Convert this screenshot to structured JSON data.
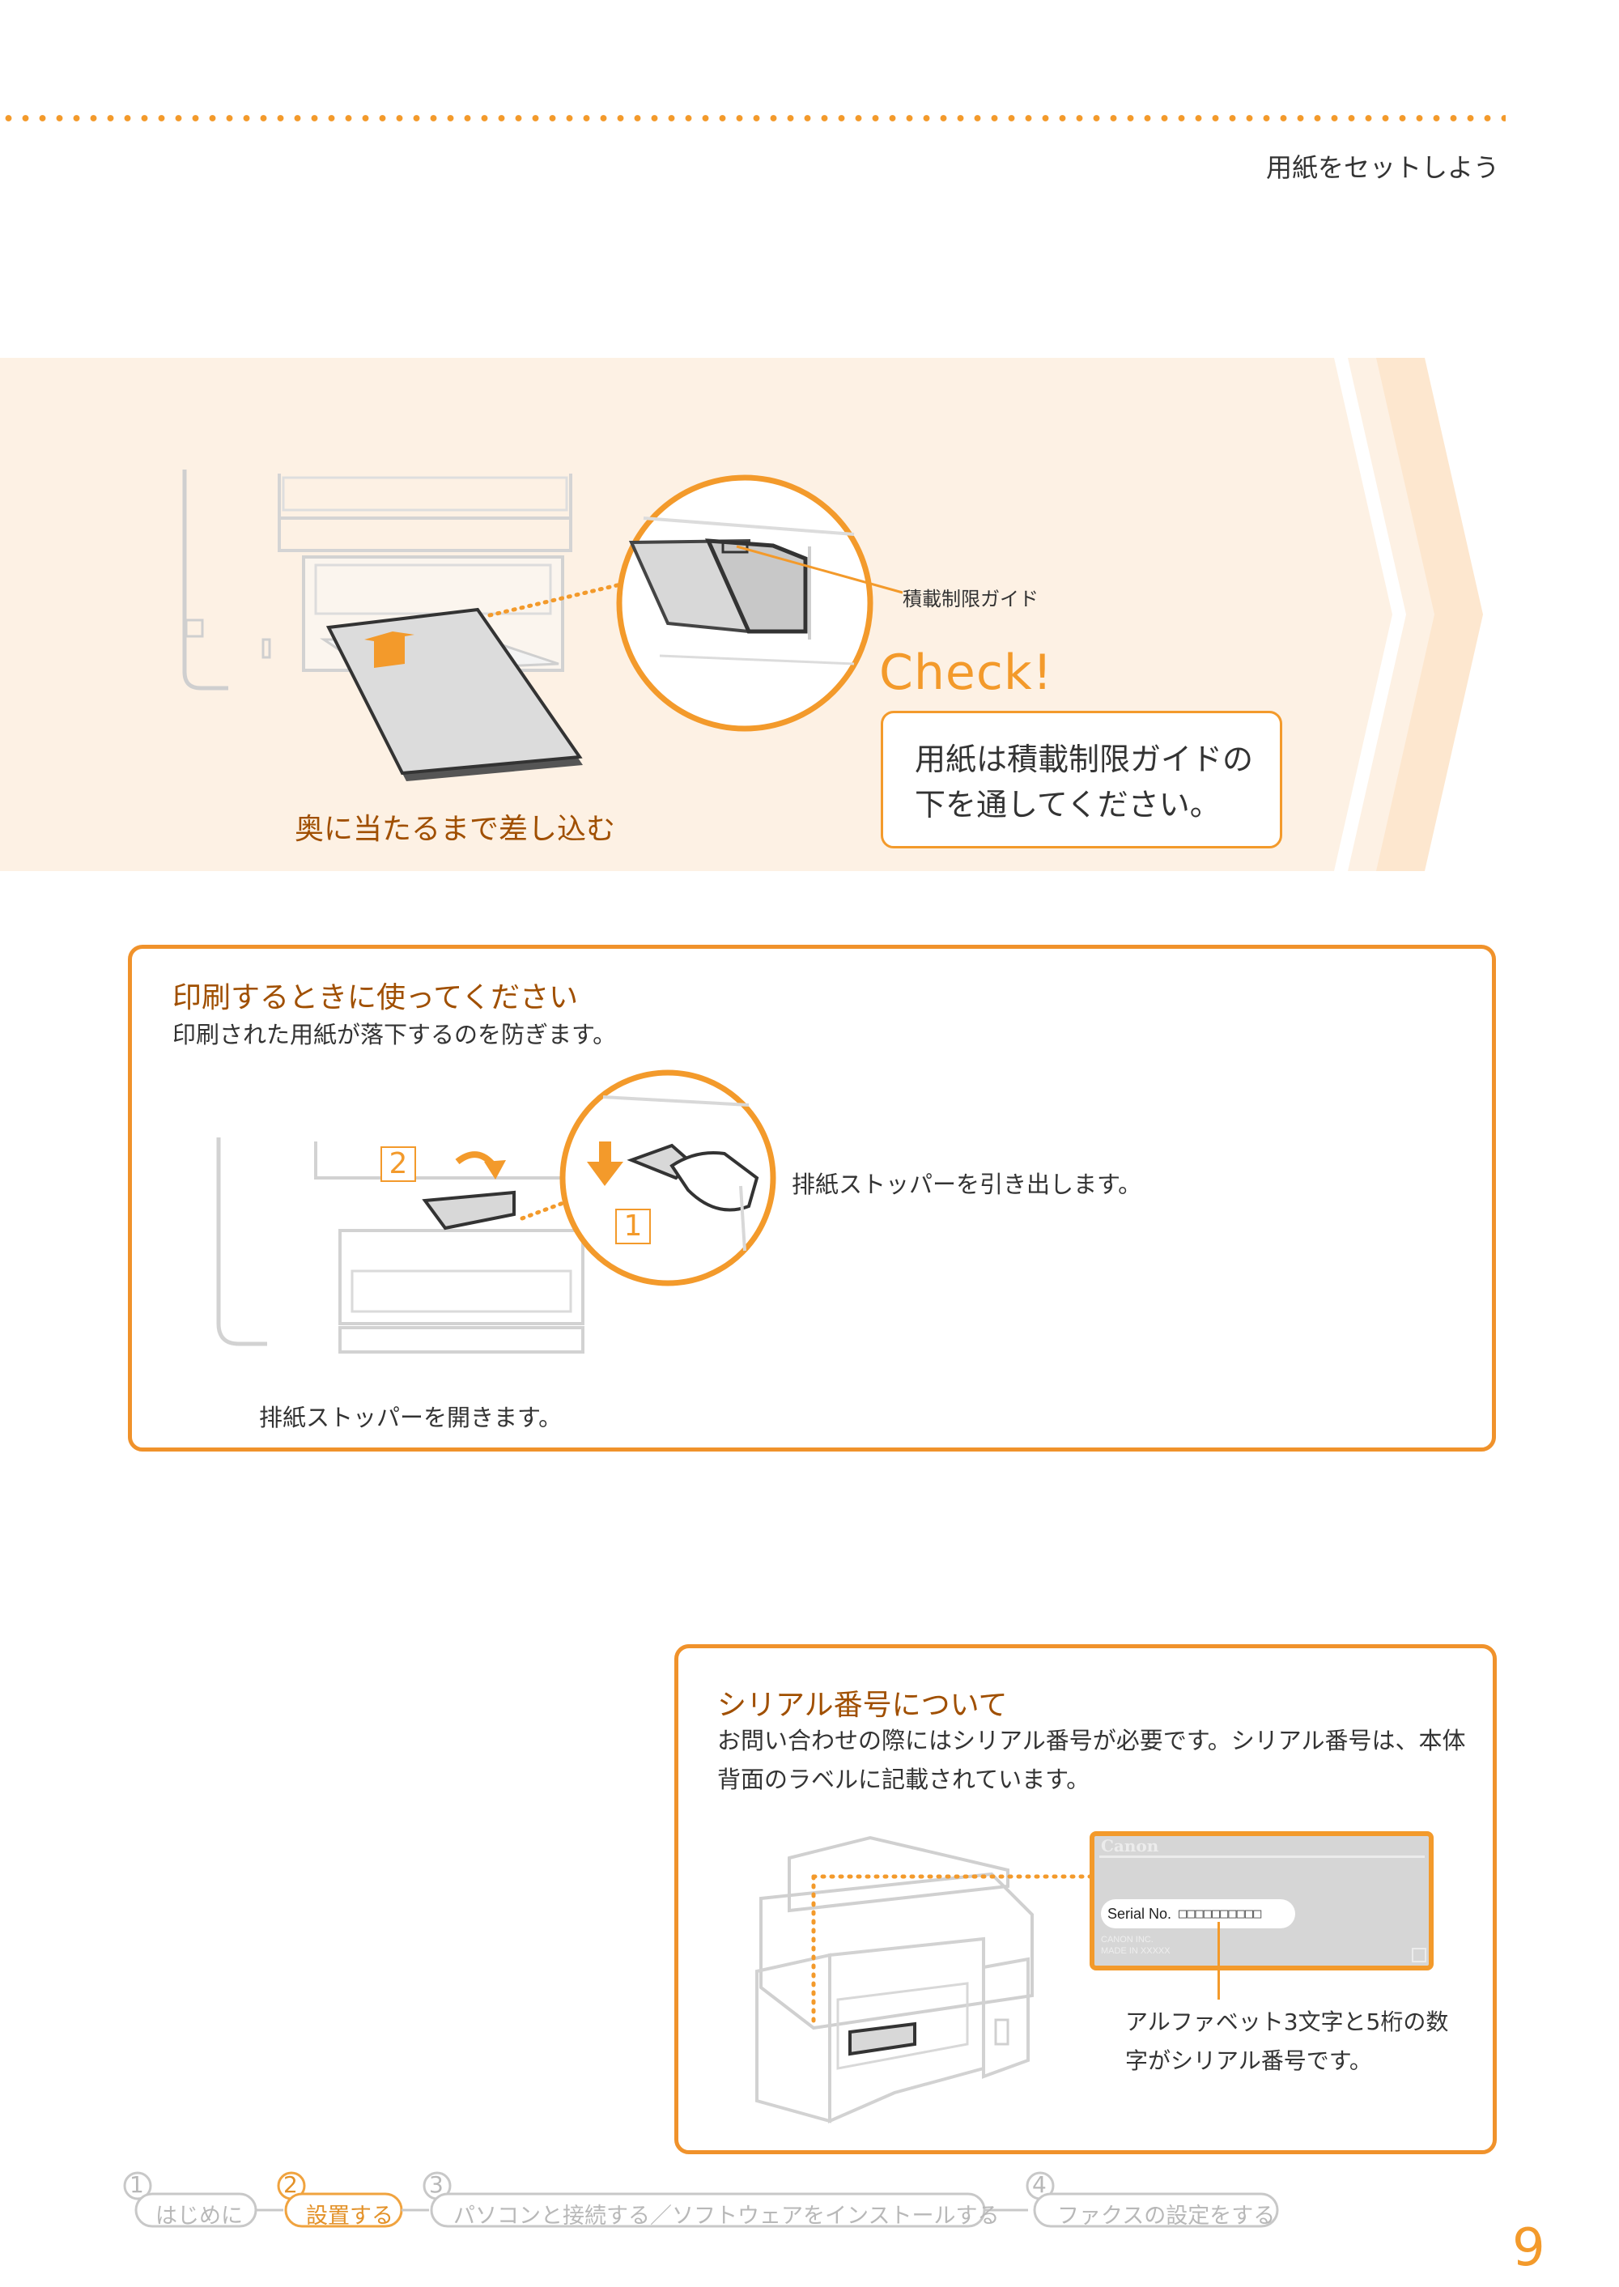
{
  "header": {
    "title": "用紙をセットしよう"
  },
  "colors": {
    "accent": "#f39a2b",
    "band": "#fdf1e4",
    "label_text": "#a04f00"
  },
  "loading_section": {
    "instruction": "奥に当たるまで差し込む",
    "guide_label": "積載制限ガイド",
    "check_title": "Check!",
    "check_text": "用紙は積載制限ガイドの下を通してください。"
  },
  "stopper_box": {
    "title": "印刷するときに使ってください",
    "description": "印刷された用紙が落下するのを防ぎます。",
    "step_1": "1",
    "step_2": "2",
    "callout": "排紙ストッパーを引き出します。",
    "caption": "排紙ストッパーを開きます。"
  },
  "serial_box": {
    "title": "シリアル番号について",
    "description": "お問い合わせの際にはシリアル番号が必要です。シリアル番号は、本体背面のラベルに記載されています。",
    "label_brand": "Canon",
    "label_serial": "Serial No.",
    "label_serial_value": "□□□□□□□□□□",
    "label_company": "CANON INC.",
    "label_origin": "MADE IN XXXXX",
    "note": "アルファベット3文字と5桁の数字がシリアル番号です。"
  },
  "nav": {
    "steps": [
      {
        "num": "1",
        "label": "はじめに"
      },
      {
        "num": "2",
        "label": "設置する"
      },
      {
        "num": "3",
        "label": "パソコンと接続する／ソフトウェアをインストールする"
      },
      {
        "num": "4",
        "label": "ファクスの設定をする"
      }
    ],
    "active_index": 1
  },
  "page_number": "9"
}
